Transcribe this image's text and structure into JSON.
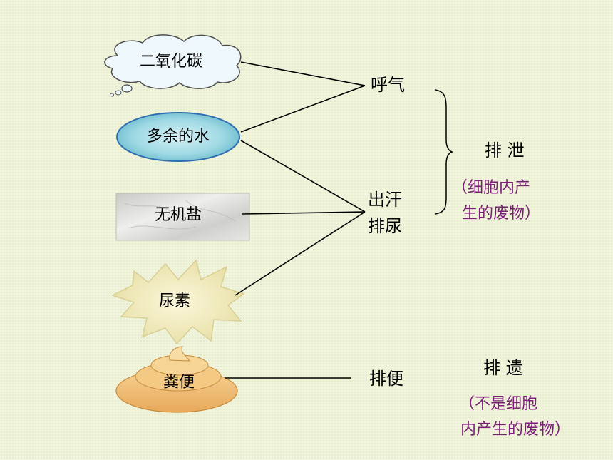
{
  "substances": {
    "co2": "二氧化碳",
    "water": "多余的水",
    "salt": "无机盐",
    "urea": "尿素",
    "feces": "粪便"
  },
  "routes": {
    "breathing": "呼气",
    "sweat": "出汗",
    "urine": "排尿",
    "defecation": "排便"
  },
  "categories": {
    "excretion": "排 泄",
    "excretion_note_line1": "（细胞内产",
    "excretion_note_line2": "生的废物）",
    "egestion": "排 遗",
    "egestion_note_line1": "（不是细胞",
    "egestion_note_line2": "内产生的废物）"
  },
  "colors": {
    "background": "#f1f4dc",
    "note_text": "#7a1e78",
    "water_fill": "#8fd3e0",
    "cloud_fill": "#e8f6fb",
    "salt_fill": "#d9d9d6",
    "urea_fill": "#f5efbf",
    "feces_fill": "#f2c27a"
  }
}
